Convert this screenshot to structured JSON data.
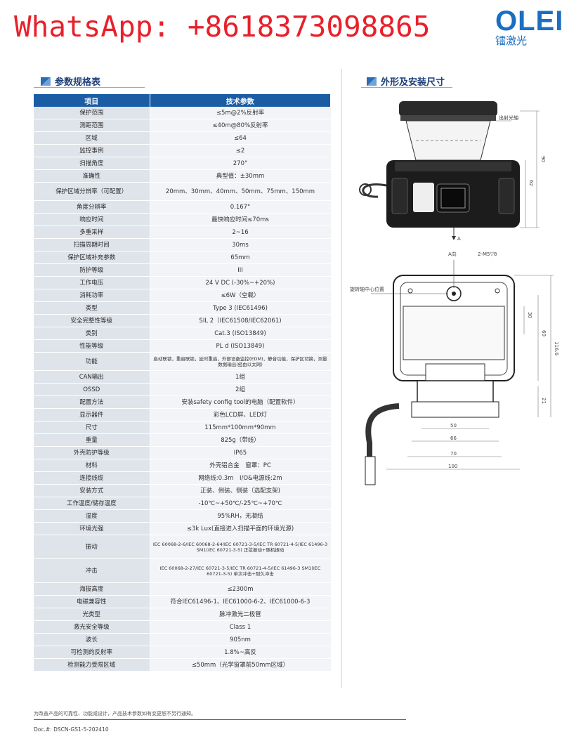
{
  "header": {
    "whatsapp": "WhatsApp: +8618373098865",
    "logo_text": "OLEI",
    "logo_sub": "镭激光"
  },
  "sections": {
    "spec_title": "参数规格表",
    "dims_title": "外形及安装尺寸"
  },
  "table": {
    "headers": [
      "项目",
      "技术参数"
    ],
    "rows": [
      {
        "k": "保护范围",
        "v": "≤5m@2%反射率"
      },
      {
        "k": "测距范围",
        "v": "≤40m@80%反射率"
      },
      {
        "k": "区域",
        "v": "≤64"
      },
      {
        "k": "监控事例",
        "v": "≤2"
      },
      {
        "k": "扫描角度",
        "v": "270°"
      },
      {
        "k": "准确性",
        "v": "典型值：±30mm"
      },
      {
        "k": "保护区域分辨率（可配置）",
        "v": "20mm、30mm、40mm、50mm、75mm、150mm"
      },
      {
        "k": "角度分辨率",
        "v": "0.167°"
      },
      {
        "k": "响应时间",
        "v": "最快响应时间≤70ms"
      },
      {
        "k": "多重采样",
        "v": "2~16"
      },
      {
        "k": "扫描周期时间",
        "v": "30ms"
      },
      {
        "k": "保护区域补充参数",
        "v": "65mm"
      },
      {
        "k": "防护等级",
        "v": "III"
      },
      {
        "k": "工作电压",
        "v": "24 V DC (-30%~+20%)"
      },
      {
        "k": "消耗功率",
        "v": "≤6W（空载）"
      },
      {
        "k": "类型",
        "v": "Type 3 (IEC61496)"
      },
      {
        "k": "安全完整性等级",
        "v": "SIL 2（IEC61508/IEC62061)"
      },
      {
        "k": "类别",
        "v": "Cat.3 (ISO13849)"
      },
      {
        "k": "性能等级",
        "v": "PL d (ISO13849)"
      },
      {
        "k": "功能",
        "v": "启动联锁，重启联锁，延时重启，外部设备监控(EDM)，静音功能，保护区切换，测量数据输出(经由以太网)"
      },
      {
        "k": "CAN输出",
        "v": "1组"
      },
      {
        "k": "OSSD",
        "v": "2组"
      },
      {
        "k": "配置方法",
        "v": "安装safety config tool的电脑（配置软件）"
      },
      {
        "k": "显示器件",
        "v": "彩色LCD屏、LED灯"
      },
      {
        "k": "尺寸",
        "v": "115mm*100mm*90mm"
      },
      {
        "k": "重量",
        "v": "825g（带线）"
      },
      {
        "k": "外壳防护等级",
        "v": "IP65"
      },
      {
        "k": "材料",
        "v": "外壳铝合金　窗罩：PC"
      },
      {
        "k": "连接线缆",
        "v": "网络线:0.3m　I/O&电源线:2m"
      },
      {
        "k": "安装方式",
        "v": "正装、倒装、侧装（选配支架)"
      },
      {
        "k": "工作温度/储存温度",
        "v": "-10℃~+50℃/-25℃~+70℃"
      },
      {
        "k": "湿度",
        "v": "95%RH，无凝结"
      },
      {
        "k": "环境光强",
        "v": "≤3k Lux(直接进入扫描平面的环境光源)"
      },
      {
        "k": "振动",
        "v": "IEC 60068-2-6/IEC 60068-2-64/IEC 60721-3-5/IEC TR 60721-4-5/IEC 61496-3 SM1(IEC 60721-3-5) 正弦振动+随机振动"
      },
      {
        "k": "冲击",
        "v": "IEC 60068-2-27/IEC 60721-3-5/IEC TR 60721-4-5/IEC 61496-3 SM1(IEC 60721-3-5) 单次冲击+耐久冲击"
      },
      {
        "k": "海拔高度",
        "v": "≤2300m"
      },
      {
        "k": "电磁兼容性",
        "v": "符合IEC61496-1、IEC61000-6-2、IEC61000-6-3"
      },
      {
        "k": "光类型",
        "v": "脉冲激光二极管"
      },
      {
        "k": "激光安全等级",
        "v": "Class 1"
      },
      {
        "k": "波长",
        "v": "905nm"
      },
      {
        "k": "可检测的反射率",
        "v": "1.8%~高反"
      },
      {
        "k": "检测能力受限区域",
        "v": "≤50mm（光学窗罩前50mm区域）"
      }
    ]
  },
  "drawing": {
    "label_emit_axis": "出射光轴",
    "label_a": "A",
    "label_a_dir": "A向",
    "label_screw": "2-M5▽8",
    "label_rotation": "旋转轴中心位置",
    "dim_90": "90",
    "dim_62": "62",
    "dim_30": "30",
    "dim_60": "60",
    "dim_116_6": "116.6",
    "dim_21": "21",
    "dim_50": "50",
    "dim_66": "66",
    "dim_70": "70",
    "dim_100": "100"
  },
  "footer": {
    "note": "为改善产品的可靠性、功能或设计，产品技术参数如有变更恕不另行通知。",
    "doc": "Doc.#: DSCN-GS1-5-202410"
  }
}
